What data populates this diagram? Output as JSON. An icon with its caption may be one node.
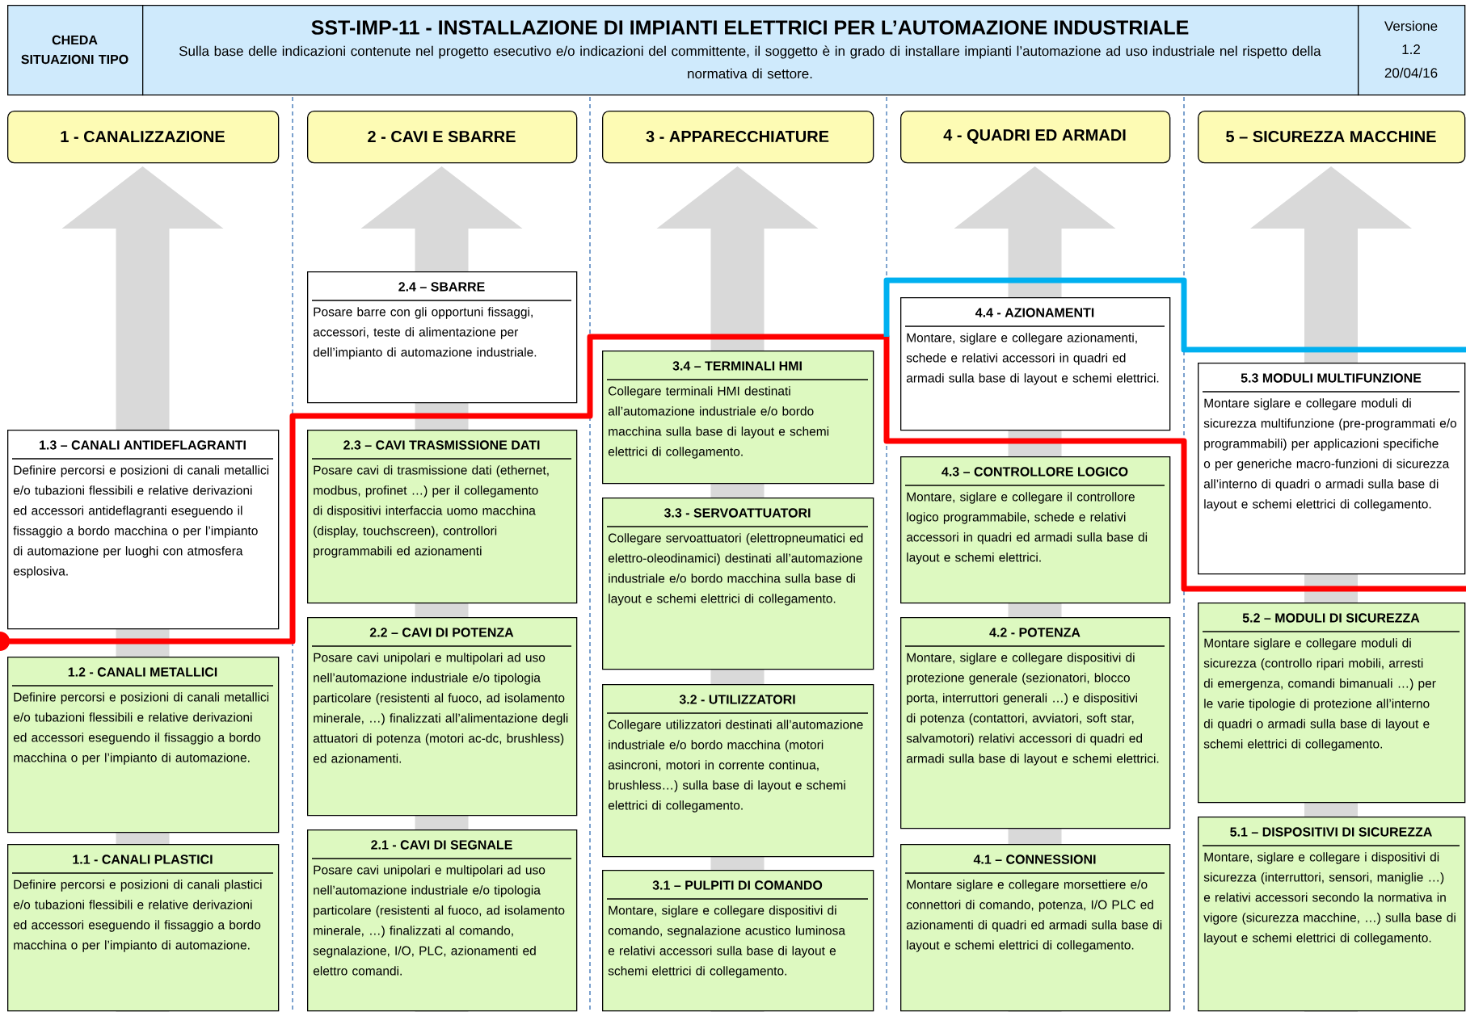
{
  "diagram": {
    "nodes": [
      {
        "text": [
          "CHEDA SITUAZIONI TIPO"
        ]
      },
      {
        "text": [
          "SST-IMP-11 - INSTALLAZIONE DI IMPIANTI ELETTRICI PER L’AUTOMAZIONE INDUSTRIALE",
          "Sulla base delle indicazioni contenute nel progetto esecutivo e/o indicazioni del committente, il soggetto è in grado di installare impianti l’automazione ad uso industriale nel rispetto della normativa di settore."
        ]
      },
      {
        "text": [
          "Versione",
          "1.2",
          "20/04/16"
        ]
      },
      {
        "text": [
          "1 - CANALIZZAZIONE"
        ]
      },
      {
        "text": [
          "2 - CAVI E SBARRE"
        ]
      },
      {
        "text": [
          "3 - APPARECCHIATURE"
        ]
      },
      {
        "text": [
          "4 - QUADRI ED ARMADI"
        ]
      },
      {
        "text": [
          "5 – SICUREZZA MACCHINE"
        ]
      },
      {
        "text": [
          "1.3 – CANALI ANTIDEFLAGRANTI",
          "Definire percorsi e posizioni di canali metallici e/o tubazioni flessibili e relative derivazioni ed accessori antideflagranti eseguendo il fissaggio a bordo macchina o per l’impianto di automazione per luoghi con atmosfera esplosiva."
        ]
      },
      {
        "text": [
          "1.2 - CANALI METALLICI",
          "Definire percorsi e posizioni di canali metallici e/o tubazioni flessibili e relative derivazioni ed accessori eseguendo il fissaggio a bordo macchina o per l’impianto di automazione."
        ]
      },
      {
        "text": [
          "1.1 - CANALI PLASTICI",
          "Definire percorsi e posizioni di canali plastici e/o tubazioni flessibili e relative derivazioni ed accessori eseguendo il fissaggio a bordo macchina o per l’impianto di automazione."
        ]
      },
      {
        "text": [
          "2.4 – SBARRE",
          "Posare barre con gli opportuni fissaggi, accessori, teste di alimentazione per dell’impianto di automazione industriale."
        ]
      },
      {
        "text": [
          "2.3 – CAVI TRASMISSIONE DATI",
          "Posare cavi di trasmissione dati (ethernet, modbus, profinet …) per il collegamento di dispositivi interfaccia uomo macchina (display, touchscreen), controllori programmabili ed azionamenti"
        ]
      },
      {
        "text": [
          "2.2 – CAVI DI POTENZA",
          "Posare cavi unipolari e multipolari ad uso nell’automazione industriale e/o tipologia particolare (resistenti al fuoco, ad isolamento minerale, …) finalizzati all’alimentazione degli attuatori di potenza (motori ac-dc, brushless) ed azionamenti."
        ]
      },
      {
        "text": [
          "2.1 - CAVI DI SEGNALE",
          "Posare cavi unipolari e multipolari ad uso nell’automazione industriale e/o tipologia particolare (resistenti al fuoco, ad isolamento minerale, …) finalizzati al comando, segnalazione, I/O, PLC, azionamenti ed elettro comandi."
        ]
      },
      {
        "text": [
          "3.4 – TERMINALI HMI",
          "Collegare terminali HMI destinati all’automazione industriale e/o bordo macchina sulla base di layout e schemi elettrici di collegamento."
        ]
      },
      {
        "text": [
          "3.3 - SERVOATTUATORI",
          "Collegare servoattuatori (elettropneumatici ed elettro-oleodinamici) destinati all’automazione industriale e/o bordo macchina sulla base di layout e schemi elettrici di collegamento."
        ]
      },
      {
        "text": [
          "3.2 - UTILIZZATORI",
          "Collegare utilizzatori destinati all’automazione industriale e/o bordo macchina (motori asincroni, motori in corrente continua, brushless…) sulla base di layout e schemi elettrici di collegamento."
        ]
      },
      {
        "text": [
          "3.1 – PULPITI DI COMANDO",
          "Montare, siglare e collegare dispositivi di comando, segnalazione acustico luminosa e relativi accessori sulla base di layout e schemi elettrici di collegamento."
        ]
      },
      {
        "text": [
          "4.4 - AZIONAMENTI",
          "Montare, siglare e collegare azionamenti, schede e relativi accessori in quadri ed armadi sulla base di layout e schemi elettrici."
        ]
      },
      {
        "text": [
          "4.3 – CONTROLLORE LOGICO",
          "Montare, siglare e collegare il controllore logico programmabile, schede e relativi accessori in quadri ed armadi sulla base di layout e schemi elettrici."
        ]
      },
      {
        "text": [
          "4.2 - POTENZA",
          "Montare, siglare e collegare dispositivi di protezione generale (sezionatori, blocco porta, interruttori generali …) e dispositivi di potenza (contattori, avviatori, soft star, salvamotori) relativi accessori di quadri ed armadi sulla base di layout e schemi elettrici."
        ]
      },
      {
        "text": [
          "4.1 – CONNESSIONI",
          "Montare siglare e collegare morsettiere e/o connettori di comando, potenza, I/O PLC ed azionamenti di quadri ed armadi sulla base di layout e schemi elettrici di collegamento."
        ]
      },
      {
        "text": [
          "5.3 MODULI MULTIFUNZIONE",
          "Montare siglare e collegare moduli di sicurezza multifunzione (pre-programmati e/o programmabili) per applicazioni specifiche o per generiche macro-funzioni di sicurezza all’interno di quadri o armadi sulla base di layout e schemi elettrici di collegamento."
        ]
      },
      {
        "text": [
          "5.2 – MODULI DI SICUREZZA",
          "Montare siglare e collegare moduli di sicurezza (controllo ripari mobili, arresti di emergenza, comandi bimanuali …) per le varie tipologie di protezione all’interno di quadri o armadi sulla base di layout e schemi elettrici di collegamento."
        ]
      },
      {
        "text": [
          "5.1 – DISPOSITIVI DI SICUREZZA",
          "Montare, siglare e collegare i dispositivi di sicurezza (interruttori, sensori, maniglie …) e relativi accessori secondo la normativa in vigore (sicurezza macchine, …) sulla base di layout e schemi elettrici di collegamento."
        ]
      }
    ]
  }
}
